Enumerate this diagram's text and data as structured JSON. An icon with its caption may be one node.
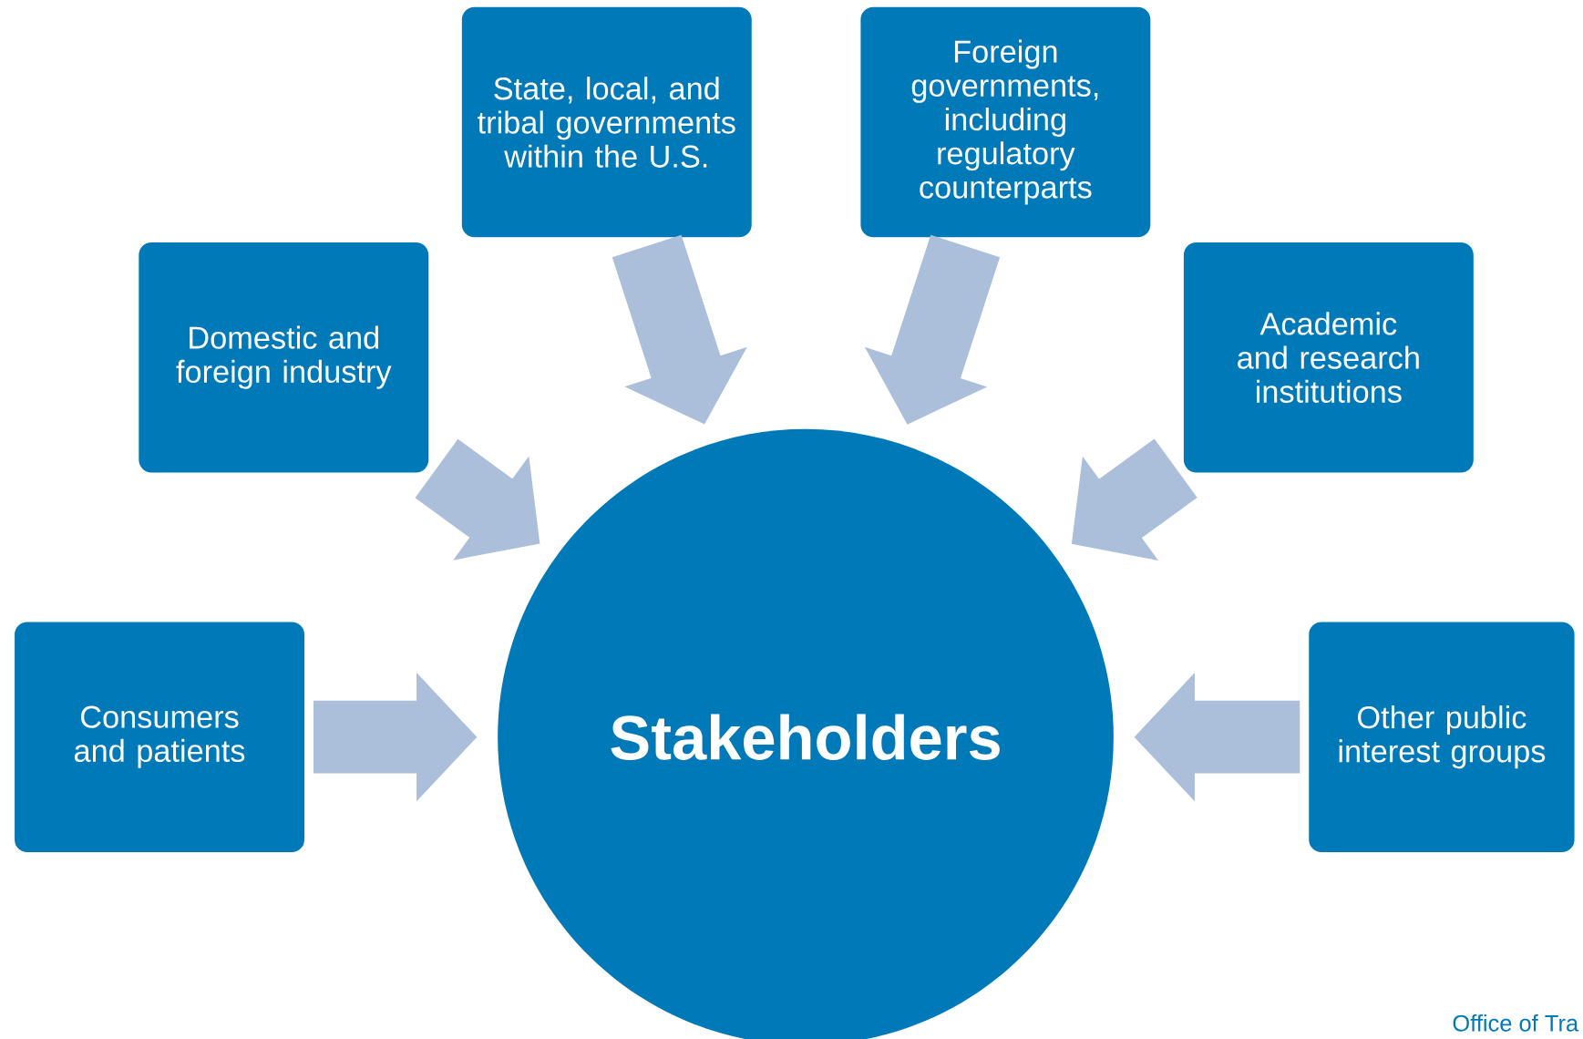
{
  "diagram": {
    "nodes": [
      {
        "text": [
          "Stakeholders"
        ]
      },
      {
        "text": [
          "State, local, and tribal governments within the U.S."
        ]
      },
      {
        "text": [
          "Foreign governments, including regulatory counterparts"
        ]
      },
      {
        "text": [
          "Domestic and foreign industry"
        ]
      },
      {
        "text": [
          "Academic and research institutions"
        ]
      },
      {
        "text": [
          "Consumers and patients"
        ]
      },
      {
        "text": [
          "Other public interest groups"
        ]
      }
    ],
    "edges": [
      {
        "from": 1,
        "to": 0,
        "arrow": "to"
      },
      {
        "from": 2,
        "to": 0,
        "arrow": "to"
      },
      {
        "from": 3,
        "to": 0,
        "arrow": "to"
      },
      {
        "from": 4,
        "to": 0,
        "arrow": "to"
      },
      {
        "from": 5,
        "to": 0,
        "arrow": "to"
      },
      {
        "from": 6,
        "to": 0,
        "arrow": "to"
      }
    ],
    "labels": [
      "Office of Tra"
    ]
  }
}
